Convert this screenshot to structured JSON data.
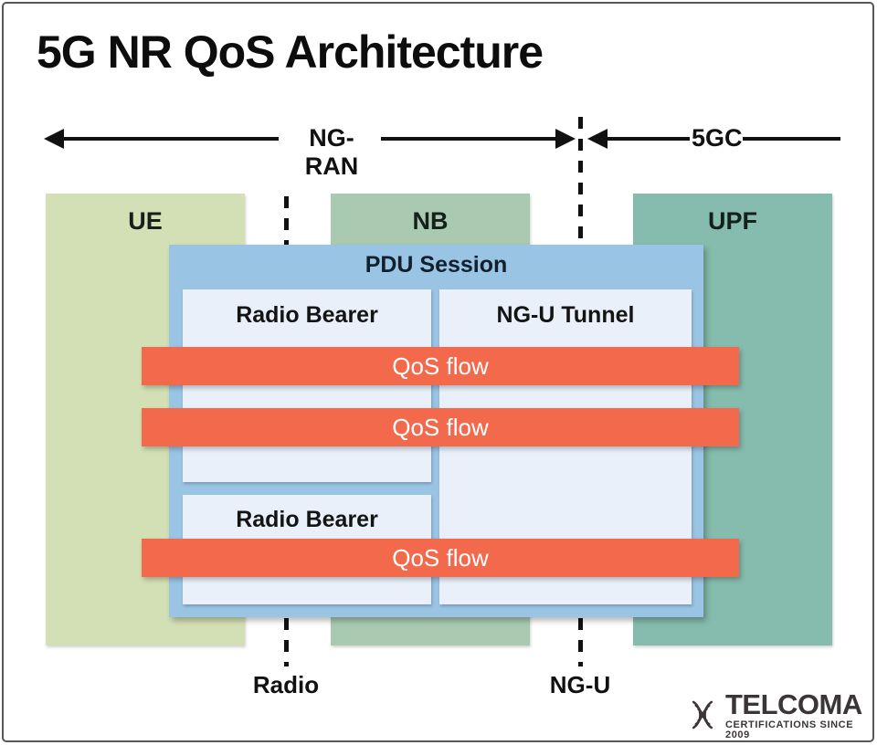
{
  "title": "5G NR QoS Architecture",
  "scope_bar": {
    "ran_label": "NG-RAN",
    "core_label": "5GC"
  },
  "nodes": {
    "ue": "UE",
    "nb": "NB",
    "upf": "UPF"
  },
  "pdu": {
    "title": "PDU Session",
    "radio_bearer_1": "Radio Bearer",
    "ngu_tunnel": "NG-U Tunnel",
    "radio_bearer_2": "Radio Bearer",
    "qos_flow_1": "QoS flow",
    "qos_flow_2": "QoS flow",
    "qos_flow_3": "QoS flow"
  },
  "interfaces": {
    "radio": "Radio",
    "ngu": "NG-U"
  },
  "logo": {
    "brand": "TELCOMA",
    "tagline": "CERTIFICATIONS SINCE 2009"
  },
  "colors": {
    "ue_fill": "#d3e0b5",
    "nb_fill": "#a9cab0",
    "upf_fill": "#85bcae",
    "pdu_fill": "#9ac4e4",
    "bearer_fill": "#e9f0fa",
    "qos_fill": "#f2694c",
    "line_color": "#111111"
  }
}
